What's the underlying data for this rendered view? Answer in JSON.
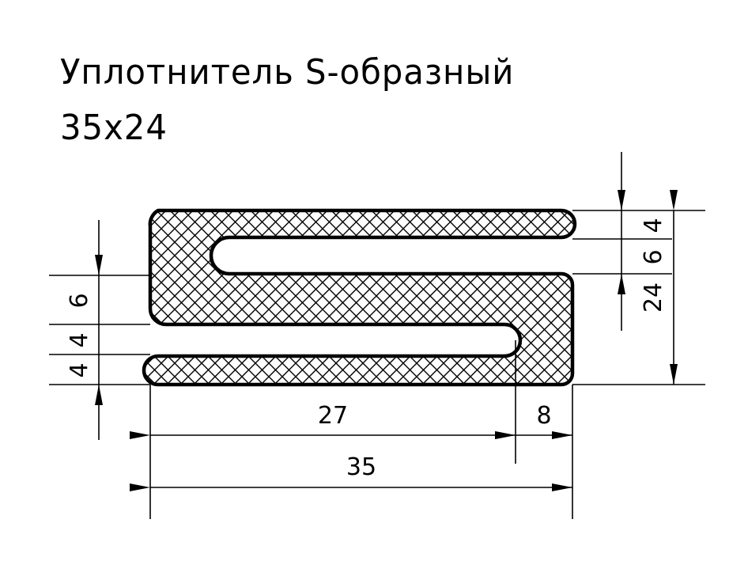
{
  "title": {
    "line1": "Уплотнитель S-образный",
    "line2": "35x24"
  },
  "dimensions": {
    "overall_width": "35",
    "slot_depth": "27",
    "wall_right": "8",
    "left_bottom_flange": "4",
    "left_slot_height": "4",
    "left_middle_band": "6",
    "right_top_flange": "4",
    "right_slot_height": "6",
    "overall_height": "24"
  },
  "colors": {
    "line": "#000000",
    "background": "#ffffff"
  }
}
